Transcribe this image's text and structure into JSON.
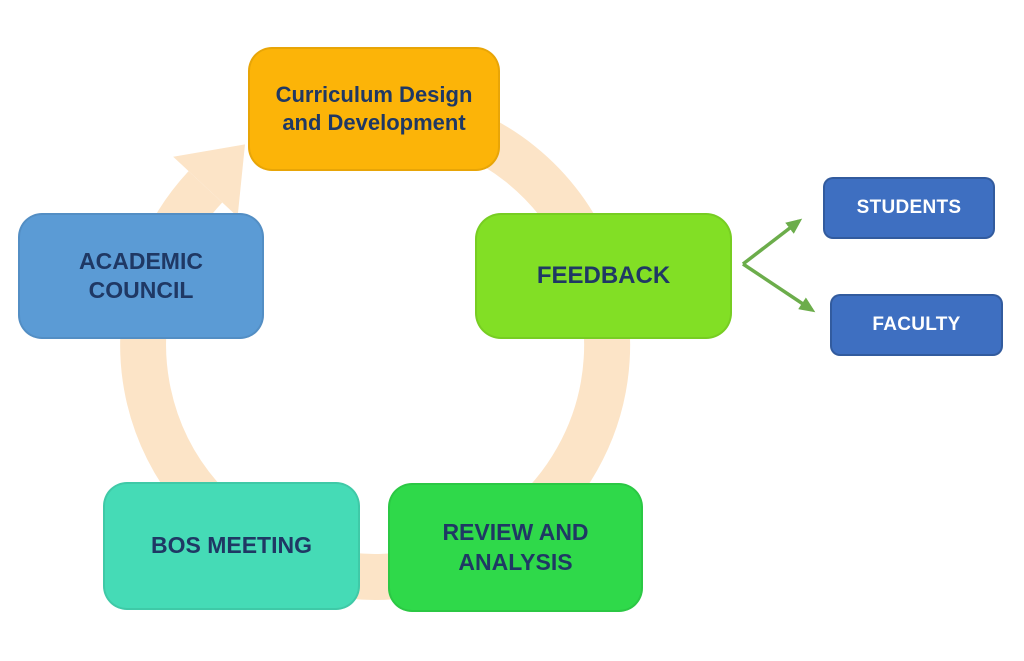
{
  "diagram": {
    "type": "cycle",
    "background": "#FFFFFF",
    "text_color": "#1F3864",
    "cycle_ring": {
      "color": "#FCE4C7",
      "direction": "clockwise",
      "arrowhead_position": "top-left"
    },
    "connectors": {
      "color": "#6CAD4B",
      "from": "FEEDBACK",
      "to": [
        "STUDENTS",
        "FACULTY"
      ]
    },
    "nodes": {
      "curriculum": {
        "label": "Curriculum Design and Development",
        "fill": "#FCB408"
      },
      "academic_council": {
        "label": "ACADEMIC COUNCIL",
        "fill": "#5B9BD5"
      },
      "feedback": {
        "label": "FEEDBACK",
        "fill": "#82DF25"
      },
      "review_analysis": {
        "label": "REVIEW AND ANALYSIS",
        "fill": "#2FD94A"
      },
      "bos_meeting": {
        "label": "BOS MEETING",
        "fill": "#45DBB6"
      },
      "students": {
        "label": "STUDENTS",
        "fill": "#3E6FC1",
        "text_color": "#FFFFFF"
      },
      "faculty": {
        "label": "FACULTY",
        "fill": "#3E6FC1",
        "text_color": "#FFFFFF"
      }
    }
  }
}
